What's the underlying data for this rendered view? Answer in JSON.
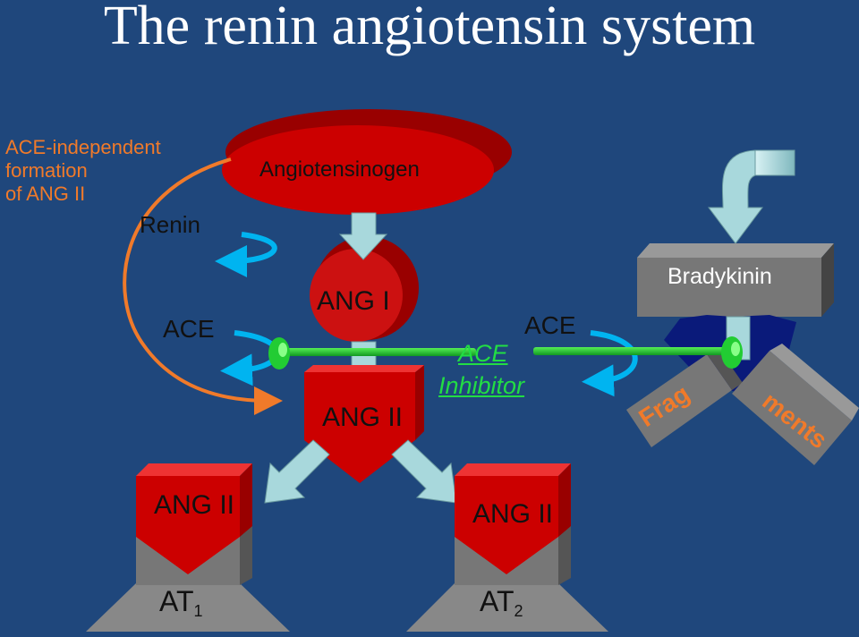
{
  "title": "The renin angiotensin system",
  "side_note": {
    "lines": [
      "ACE-independent",
      "formation",
      "of ANG II"
    ]
  },
  "labels": {
    "angiotensinogen": "Angiotensinogen",
    "renin": "Renin",
    "ace_left": "ACE",
    "ang1": "ANG I",
    "ang2_center": "ANG II",
    "ace_right": "ACE",
    "ace_inhibitor_line1": "ACE",
    "ace_inhibitor_line2": "Inhibitor",
    "bradykinin": "Bradykinin",
    "frag": "Frag",
    "ments": "ments",
    "ang2_left": "ANG II",
    "ang2_right": "ANG II",
    "at1_main": "AT",
    "at1_sub": "1",
    "at2_main": "AT",
    "at2_sub": "2"
  },
  "colors": {
    "background": "#1f477c",
    "red": "#cc0000",
    "dark_red": "#990000",
    "gray": "#777777",
    "light_blue_arrow": "#a8d8dc",
    "cyan_arrow": "#00b4f0",
    "orange_arrow": "#f07a2a",
    "green_bar": "#22cc33",
    "navy": "#0a1a7a"
  }
}
